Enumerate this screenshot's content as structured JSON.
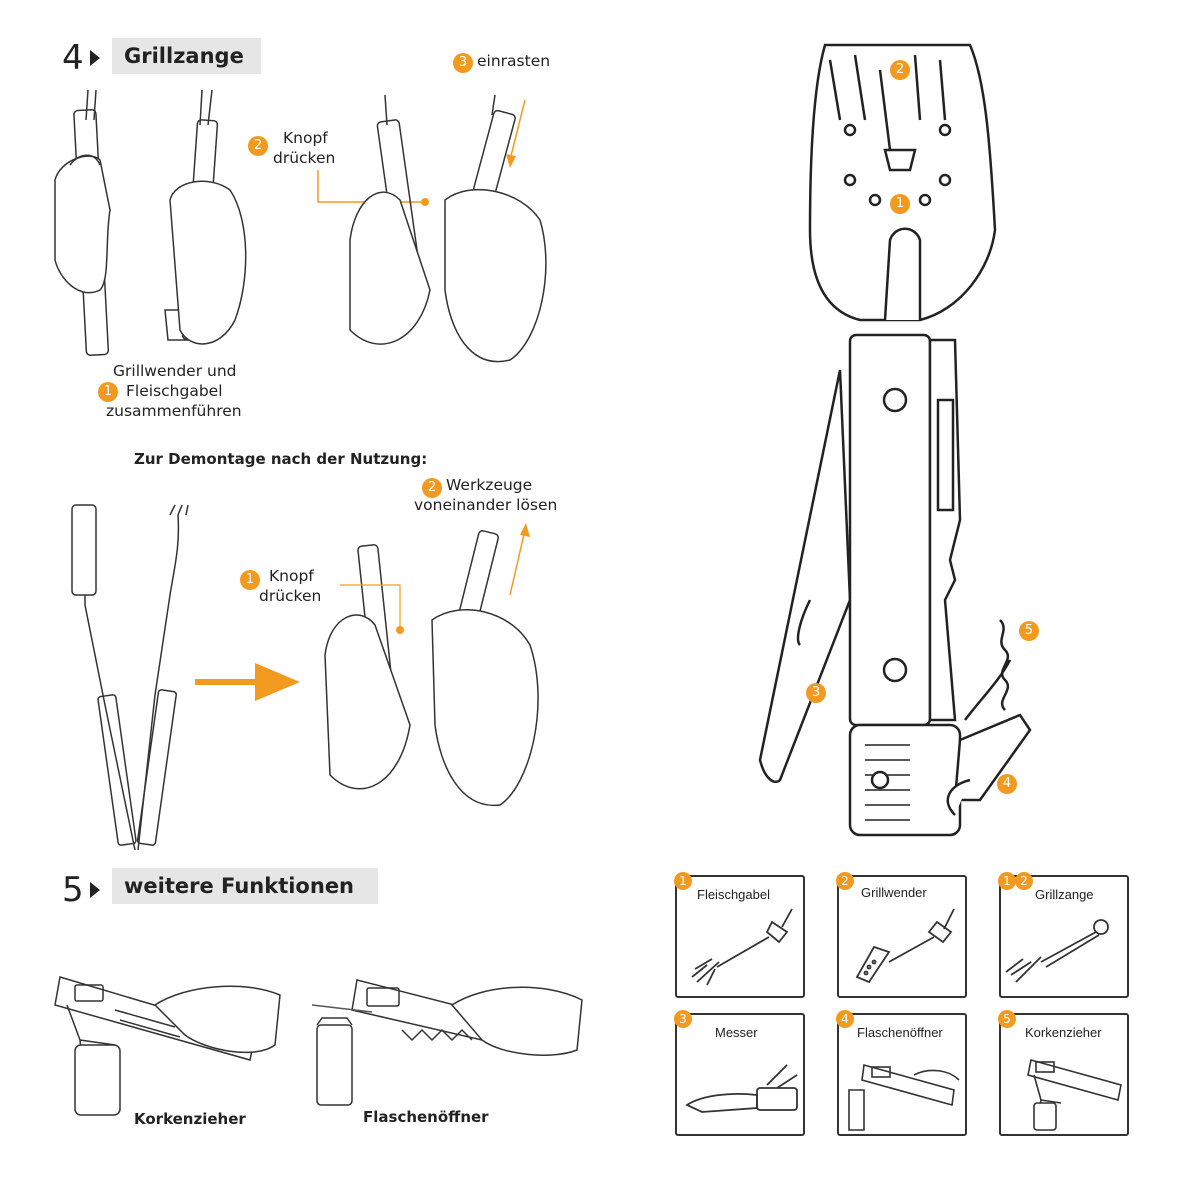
{
  "section4": {
    "number": "4",
    "title": "Grillzange",
    "step1_num": "1",
    "step1_label_line1": "Grillwender und",
    "step1_label_line2": "Fleischgabel",
    "step1_label_line3": "zusammenführen",
    "step2_num": "2",
    "step2_label_line1": "Knopf",
    "step2_label_line2": "drücken",
    "step3_num": "3",
    "step3_label": "einrasten"
  },
  "disassembly": {
    "heading": "Zur Demontage nach der Nutzung:",
    "step1_num": "1",
    "step1_label_line1": "Knopf",
    "step1_label_line2": "drücken",
    "step2_num": "2",
    "step2_label_line1": "Werkzeuge",
    "step2_label_line2": "voneinander lösen"
  },
  "section5": {
    "number": "5",
    "title": "weitere Funktionen",
    "caption_left": "Korkenzieher",
    "caption_right": "Flaschenöffner"
  },
  "tool_diagram": {
    "callouts": [
      "1",
      "2",
      "3",
      "4",
      "5"
    ]
  },
  "function_cards": [
    {
      "badges": [
        "1"
      ],
      "title": "Fleischgabel"
    },
    {
      "badges": [
        "2"
      ],
      "title": "Grillwender"
    },
    {
      "badges": [
        "1",
        "2"
      ],
      "title": "Grillzange"
    },
    {
      "badges": [
        "3"
      ],
      "title": "Messer"
    },
    {
      "badges": [
        "4"
      ],
      "title": "Flaschenöffner"
    },
    {
      "badges": [
        "5"
      ],
      "title": "Korkenzieher"
    }
  ],
  "colors": {
    "accent": "#f29a1f",
    "title_bg": "#e6e6e6",
    "ink": "#222222"
  }
}
